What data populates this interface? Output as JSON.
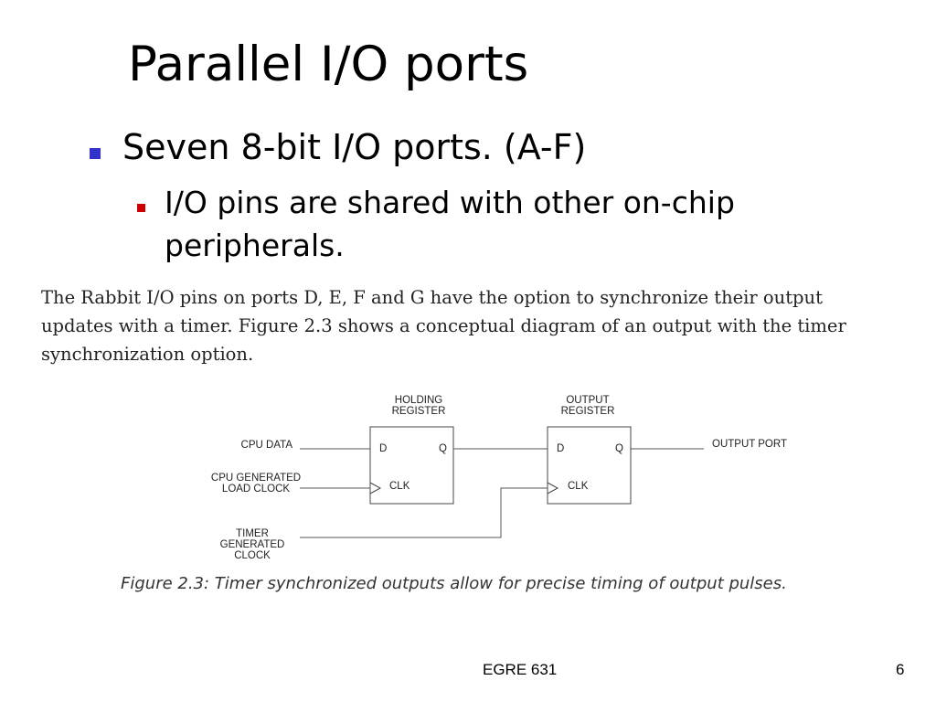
{
  "slide": {
    "title": "Parallel I/O ports",
    "bullet_1": "Seven 8-bit I/O ports. (A-F)",
    "bullet_2": "I/O pins are shared with other on-chip peripherals.",
    "colors": {
      "bullet_1_marker": "#3333cc",
      "bullet_2_marker": "#cc0000"
    }
  },
  "excerpt": {
    "paragraph": "The Rabbit I/O pins on ports D, E, F and G have the option to synchronize their output updates with a timer. Figure 2.3 shows a conceptual diagram of an output with the timer synchronization option.",
    "figure": {
      "holding_register": [
        "HOLDING",
        "REGISTER"
      ],
      "output_register": [
        "OUTPUT",
        "REGISTER"
      ],
      "d": "D",
      "q": "Q",
      "clk": "CLK",
      "cpu_data": "CPU DATA",
      "cpu_load_clock": [
        "CPU GENERATED",
        "LOAD CLOCK"
      ],
      "timer_clock": [
        "TIMER",
        "GENERATED",
        "CLOCK"
      ],
      "output_port": "OUTPUT PORT"
    },
    "caption": "Figure 2.3: Timer synchronized outputs allow for precise timing of output pulses."
  },
  "footer": {
    "course": "EGRE 631",
    "page": "6"
  }
}
